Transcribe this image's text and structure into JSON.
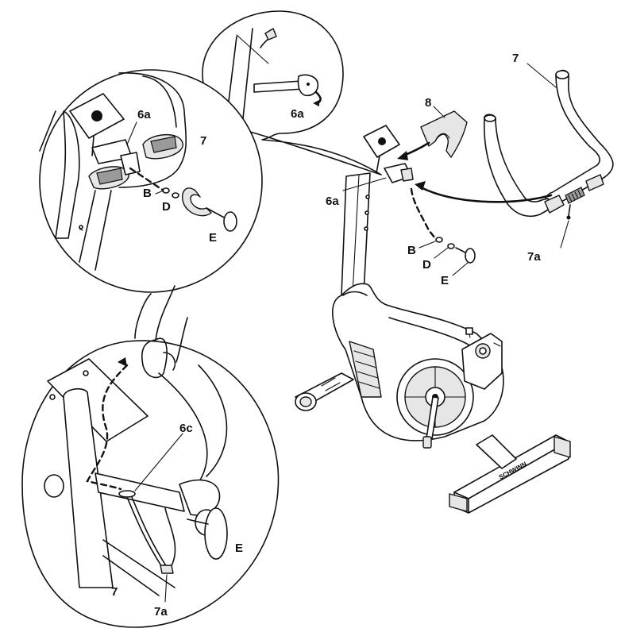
{
  "labels": {
    "l7_main": "7",
    "l8": "8",
    "l6a_main": "6a",
    "l7a_main": "7a",
    "lB_main": "B",
    "lD_main": "D",
    "lE_main": "E",
    "l6a_top": "6a",
    "l6a_left": "6a",
    "l7_left": "7",
    "lB_left": "B",
    "lD_left": "D",
    "lE_left": "E",
    "l6c": "6c",
    "lE_bottom": "E",
    "l7_bottom": "7",
    "l7a_bottom": "7a"
  },
  "brand_text": "SCHWINN",
  "colors": {
    "line": "#111111",
    "part_fill": "#e6e6e6",
    "background": "#ffffff"
  }
}
